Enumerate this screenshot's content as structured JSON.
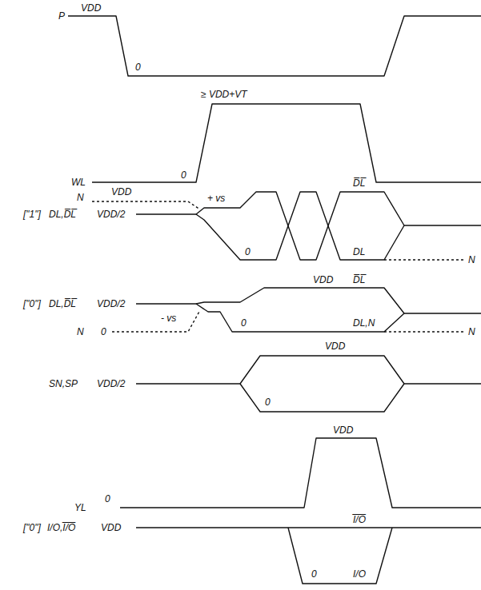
{
  "diagram": {
    "labels": [
      "P",
      "VDD",
      "0",
      "≥ VDD+VT",
      "WL",
      "0",
      "N",
      "VDD",
      "[\"1\"]",
      "DL,D̅L̅",
      "VDD/2",
      "+ vs",
      "D̅L̅",
      "0",
      "DL",
      "N",
      "VDD",
      "D̅L̅",
      "[\"0\"]",
      "DL,D̅L̅",
      "VDD/2",
      "- vs",
      "0",
      "DL,N",
      "N",
      "N",
      "0",
      "VDD",
      "SN,SP",
      "VDD/2",
      "0",
      "VDD",
      "YL",
      "0",
      "[\"0\"]",
      "I/O,I̅/̅O̅",
      "VDD",
      "I̅/̅O̅",
      "0",
      "I/O"
    ]
  }
}
